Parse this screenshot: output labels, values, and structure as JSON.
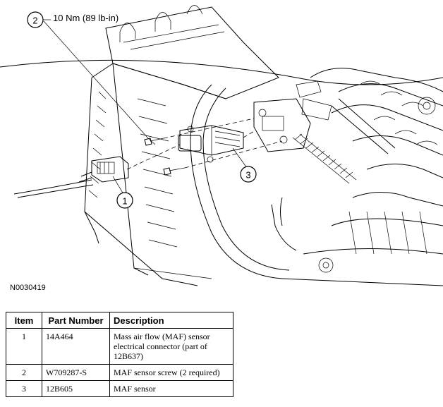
{
  "figure": {
    "torque_spec": "10 Nm (89 lb-in)",
    "figure_id": "N0030419",
    "callouts": [
      "1",
      "2",
      "3"
    ]
  },
  "table": {
    "headers": {
      "item": "Item",
      "part_number": "Part Number",
      "description": "Description"
    },
    "rows": [
      {
        "item": "1",
        "part_number": "14A464",
        "description": "Mass air flow (MAF) sensor electrical connector (part of 12B637)"
      },
      {
        "item": "2",
        "part_number": "W709287-S",
        "description": "MAF sensor screw (2 required)"
      },
      {
        "item": "3",
        "part_number": "12B605",
        "description": "MAF sensor"
      }
    ]
  }
}
